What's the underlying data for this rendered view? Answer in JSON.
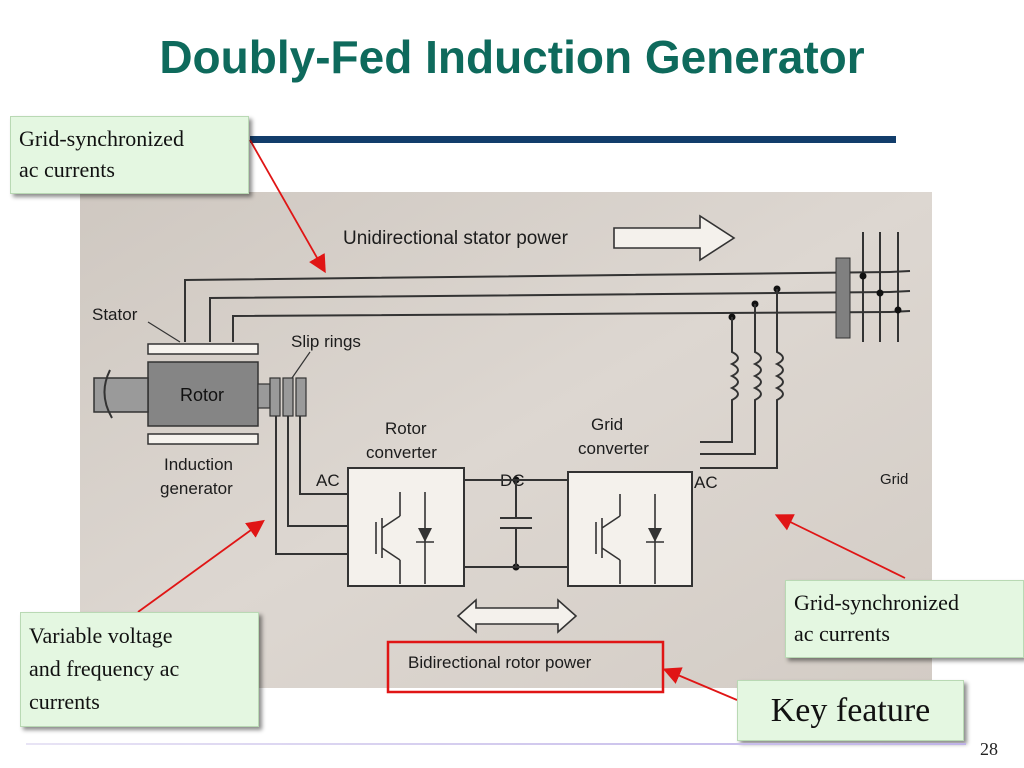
{
  "slide": {
    "title": "Doubly-Fed Induction Generator",
    "page_number": "28"
  },
  "callouts": {
    "grid_sync_top": "Grid-synchronized\nac currents",
    "grid_sync_right": "Grid-synchronized\nac currents",
    "variable_voltage": "Variable voltage\nand frequency ac\ncurrents",
    "key_feature": "Key feature"
  },
  "diagram": {
    "stator_power": "Unidirectional stator power",
    "stator": "Stator",
    "slip_rings": "Slip rings",
    "rotor": "Rotor",
    "induction": "Induction",
    "generator": "generator",
    "rotor_converter_1": "Rotor",
    "rotor_converter_2": "converter",
    "grid_converter_1": "Grid",
    "grid_converter_2": "converter",
    "ac_left": "AC",
    "dc": "DC",
    "ac_right": "AC",
    "grid": "Grid",
    "rotor_power": "Bidirectional rotor power"
  },
  "colors": {
    "title": "#0e6a5c",
    "title_bar": "#123d6b",
    "callout_bg": "#e4f7e1",
    "pointer": "#e01515",
    "photo_bg": "#d9d3cd"
  }
}
